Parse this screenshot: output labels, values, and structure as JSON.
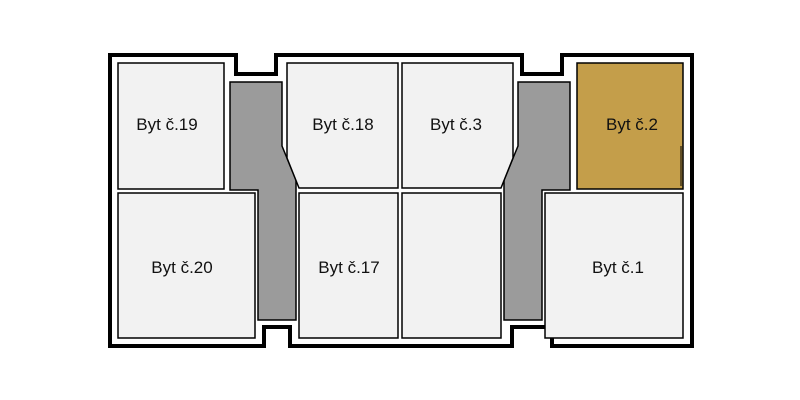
{
  "floor_plan": {
    "colors": {
      "wall": "#000000",
      "unit_fill": "#f2f2f2",
      "selected_fill": "#c49e4a",
      "corridor_fill": "#9b9b9b"
    },
    "units": [
      {
        "id": "byt-19",
        "label": "Byt č.19",
        "selected": false
      },
      {
        "id": "byt-20",
        "label": "Byt č.20",
        "selected": false
      },
      {
        "id": "byt-18",
        "label": "Byt č.18",
        "selected": false
      },
      {
        "id": "byt-17",
        "label": "Byt č.17",
        "selected": false
      },
      {
        "id": "byt-3",
        "label": "Byt č.3",
        "selected": false
      },
      {
        "id": "unlabeled-unit",
        "label": "",
        "selected": false
      },
      {
        "id": "byt-2",
        "label": "Byt č.2",
        "selected": true
      },
      {
        "id": "byt-1",
        "label": "Byt č.1",
        "selected": false
      }
    ]
  }
}
